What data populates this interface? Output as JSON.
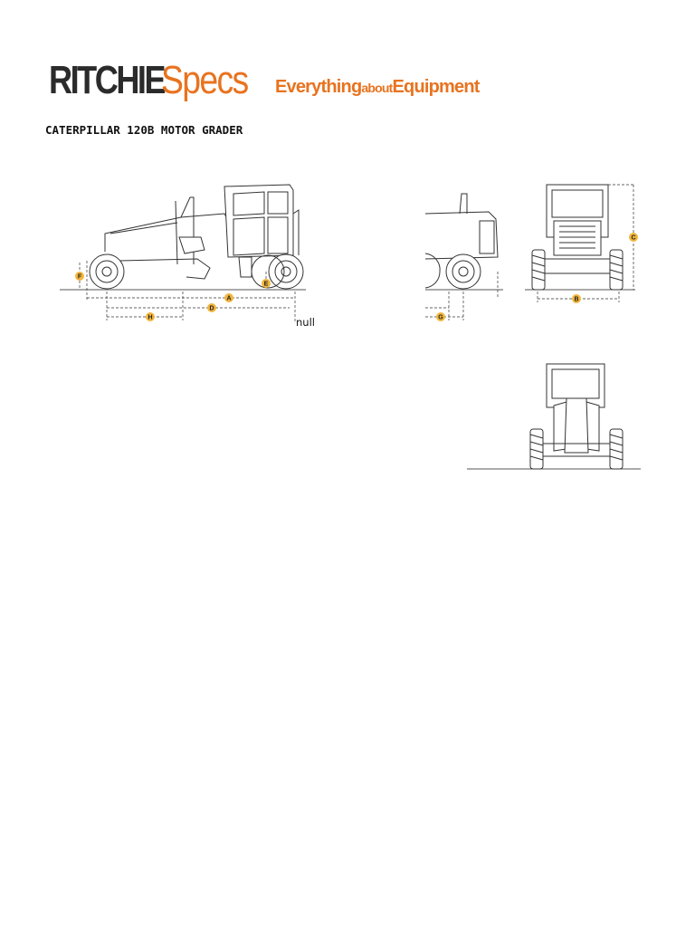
{
  "logo": {
    "ritchie": "RITCHIE",
    "specs": "Specs",
    "tagline_part1": "Everything",
    "tagline_part2": "about",
    "tagline_part3": "Equipment",
    "brand_dark": "#2b2b2b",
    "brand_orange": "#e8731f"
  },
  "title": "CATERPILLAR 120B MOTOR GRADER",
  "dimension_letters": {
    "a": "A",
    "b": "B",
    "c": "C",
    "d": "D",
    "e": "E",
    "f": "F",
    "g": "G",
    "h": "H"
  },
  "null_label": "null"
}
